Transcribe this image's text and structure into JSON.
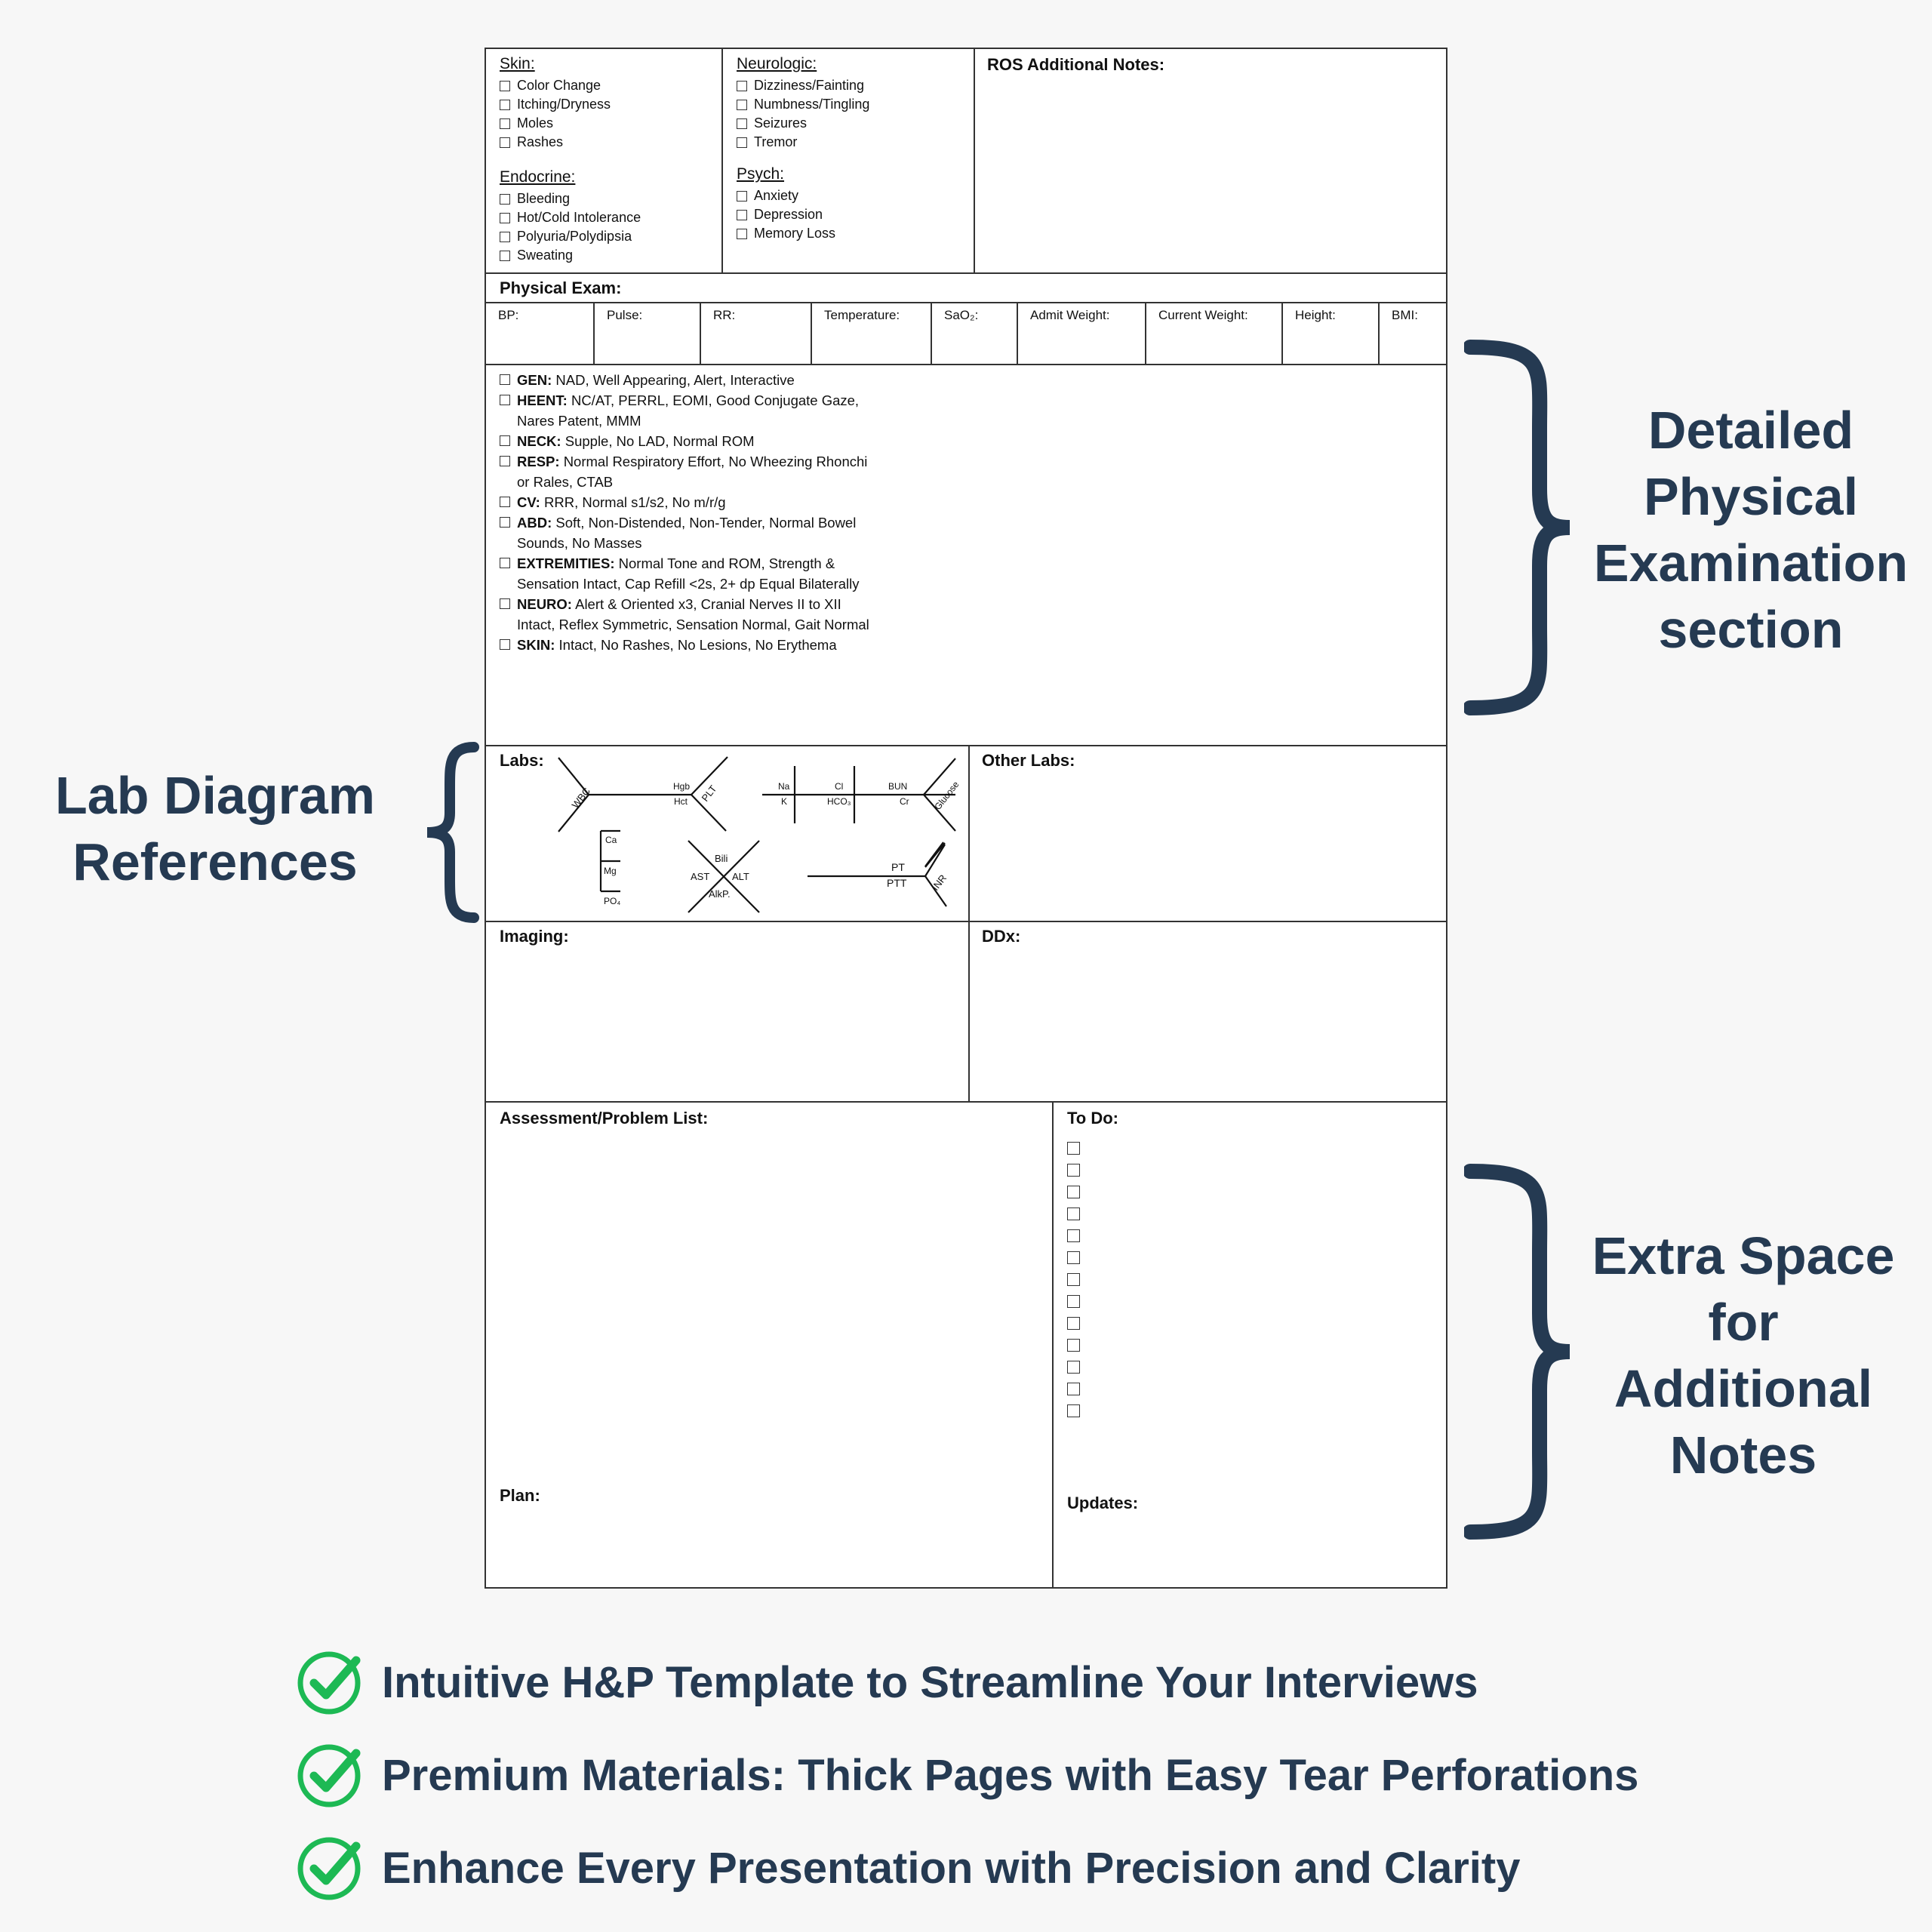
{
  "ros": {
    "skin": {
      "heading": "Skin:",
      "items": [
        "Color Change",
        "Itching/Dryness",
        "Moles",
        "Rashes"
      ]
    },
    "endocrine": {
      "heading": "Endocrine:",
      "items": [
        "Bleeding",
        "Hot/Cold Intolerance",
        "Polyuria/Polydipsia",
        "Sweating"
      ]
    },
    "neurologic": {
      "heading": "Neurologic:",
      "items": [
        "Dizziness/Fainting",
        "Numbness/Tingling",
        "Seizures",
        "Tremor"
      ]
    },
    "psych": {
      "heading": "Psych:",
      "items": [
        "Anxiety",
        "Depression",
        "Memory Loss"
      ]
    },
    "notes_label": "ROS Additional Notes:"
  },
  "physical_exam": {
    "label": "Physical Exam:",
    "vitals": [
      "BP:",
      "Pulse:",
      "RR:",
      "Temperature:",
      "SaO₂:",
      "Admit Weight:",
      "Current Weight:",
      "Height:",
      "BMI:"
    ],
    "items": [
      {
        "key": "GEN:",
        "line1": "NAD, Well Appearing, Alert, Interactive",
        "line2": ""
      },
      {
        "key": "HEENT:",
        "line1": "NC/AT, PERRL, EOMI, Good Conjugate Gaze,",
        "line2": "Nares Patent, MMM"
      },
      {
        "key": "NECK:",
        "line1": "Supple, No LAD, Normal ROM",
        "line2": ""
      },
      {
        "key": "RESP:",
        "line1": "Normal Respiratory Effort, No Wheezing Rhonchi",
        "line2": "or Rales, CTAB"
      },
      {
        "key": "CV:",
        "line1": "RRR, Normal s1/s2, No m/r/g",
        "line2": ""
      },
      {
        "key": "ABD:",
        "line1": "Soft, Non-Distended, Non-Tender, Normal Bowel",
        "line2": "Sounds, No Masses"
      },
      {
        "key": "EXTREMITIES:",
        "line1": "Normal Tone and ROM, Strength &",
        "line2": "Sensation Intact, Cap Refill <2s, 2+ dp Equal Bilaterally"
      },
      {
        "key": "NEURO:",
        "line1": "Alert & Oriented x3, Cranial Nerves II to XII",
        "line2": "Intact, Reflex Symmetric, Sensation Normal, Gait Normal"
      },
      {
        "key": "SKIN:",
        "line1": "Intact, No Rashes, No Lesions, No Erythema",
        "line2": ""
      }
    ]
  },
  "labs": {
    "label": "Labs:",
    "other_label": "Other Labs:",
    "diagram": {
      "wbc": "WBC",
      "hgb": "Hgb",
      "hct": "Hct",
      "plt": "PLT",
      "na": "Na",
      "k": "K",
      "cl": "Cl",
      "hco3": "HCO₃",
      "bun": "BUN",
      "cr": "Cr",
      "glucose": "Glucose",
      "ca": "Ca",
      "mg": "Mg",
      "po4": "PO₄",
      "bili": "Bili",
      "ast": "AST",
      "alt": "ALT",
      "alkp": "AlkP.",
      "pt": "PT",
      "ptt": "PTT",
      "inr": "INR"
    }
  },
  "imaging_label": "Imaging:",
  "ddx_label": "DDx:",
  "assessment_label": "Assessment/Problem List:",
  "plan_label": "Plan:",
  "todo_label": "To Do:",
  "todo_count": 13,
  "updates_label": "Updates:",
  "callouts": {
    "physical": [
      "Detailed",
      "Physical",
      "Examination",
      "section"
    ],
    "lab": [
      "Lab Diagram",
      "References"
    ],
    "extra": [
      "Extra Space",
      "for",
      "Additional",
      "Notes"
    ]
  },
  "features": [
    "Intuitive H&P Template to Streamline Your Interviews",
    "Premium Materials: Thick Pages with Easy Tear Perforations",
    "Enhance Every Presentation with Precision and Clarity"
  ],
  "colors": {
    "navy": "#253a52",
    "check_green": "#1db954"
  }
}
